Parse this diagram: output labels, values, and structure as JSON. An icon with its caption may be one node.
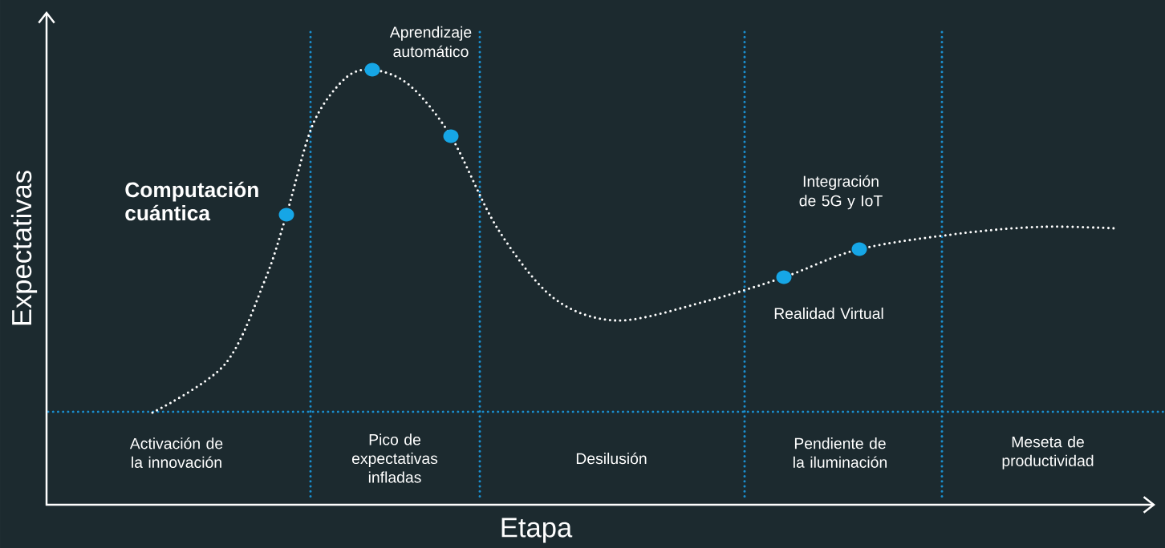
{
  "diagram": {
    "nodes": [
      {
        "text": [],
        "shape": "circle",
        "beside": [
          "Computación cuántica"
        ]
      },
      {
        "text": [],
        "shape": "circle",
        "beside": [
          "Aprendizaje automático"
        ]
      },
      {
        "text": [],
        "shape": "circle"
      },
      {
        "text": [],
        "shape": "circle",
        "beside": [
          "Realidad Virtual"
        ]
      },
      {
        "text": [],
        "shape": "circle",
        "beside": [
          "Integración de 5G y IoT"
        ]
      }
    ],
    "edges": [],
    "labels": [
      "Expectativas",
      "Activación de la innovación",
      "Pico de expectativas infladas",
      "Desilusión",
      "Pendiente de la iluminación",
      "Meseta de productividad",
      "Etapa"
    ]
  }
}
